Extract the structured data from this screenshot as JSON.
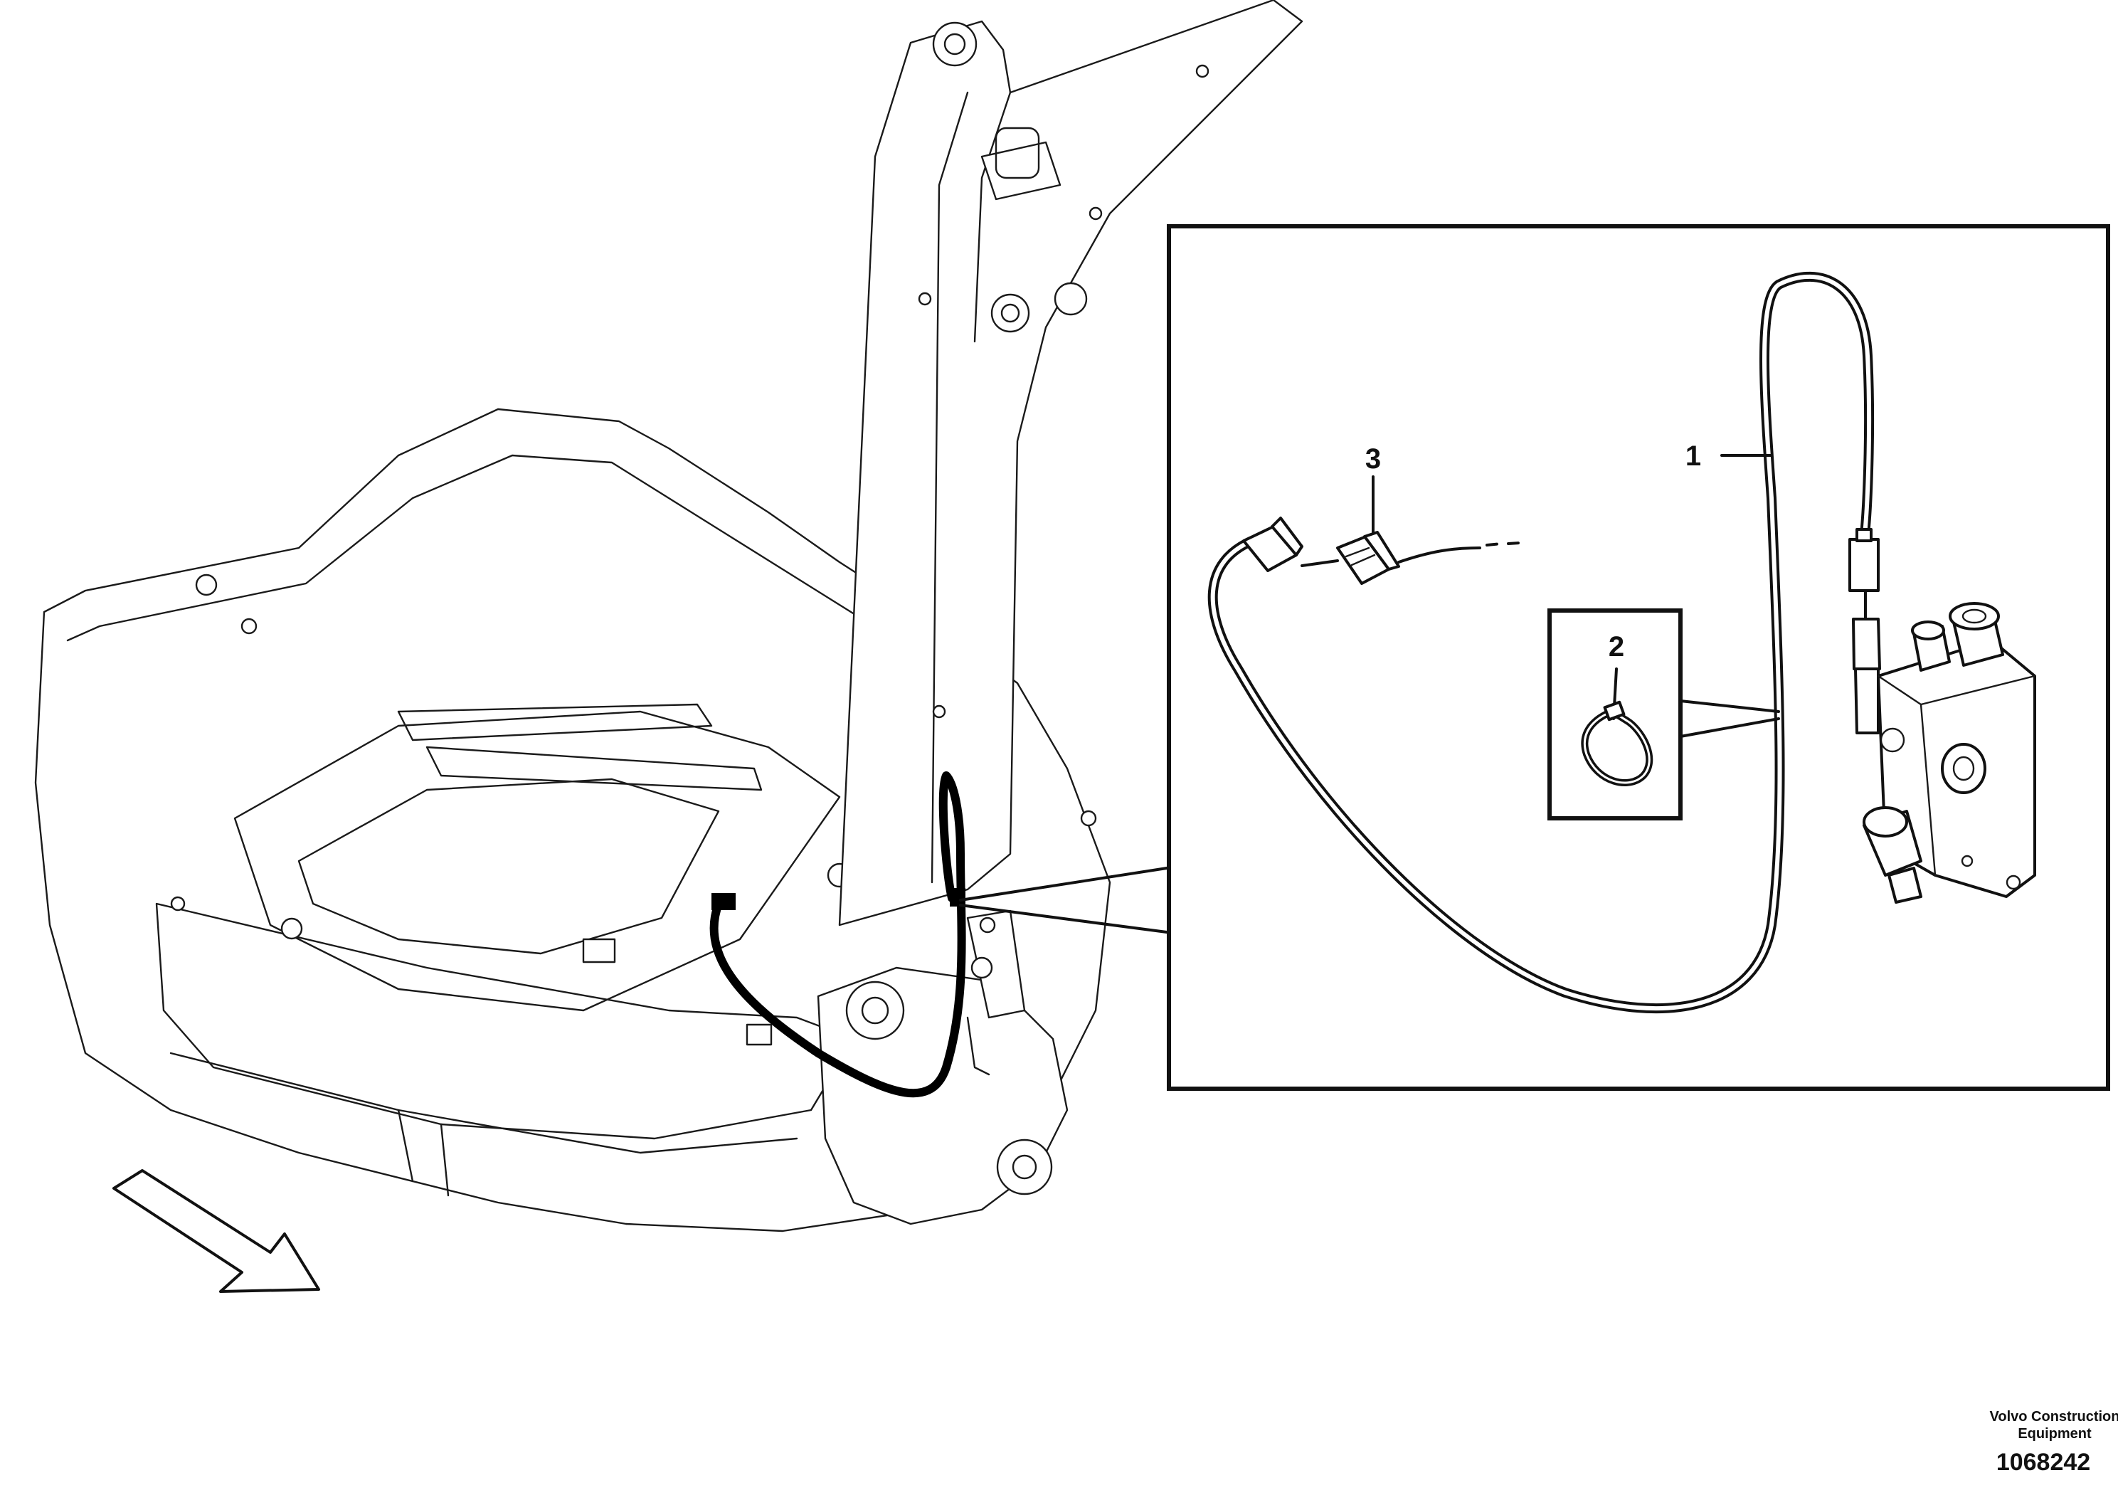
{
  "callouts": {
    "c1": "1",
    "c2": "2",
    "c3": "3"
  },
  "footer": {
    "brand_line1": "Volvo Construction",
    "brand_line2": "Equipment",
    "doc_number": "1068242"
  }
}
